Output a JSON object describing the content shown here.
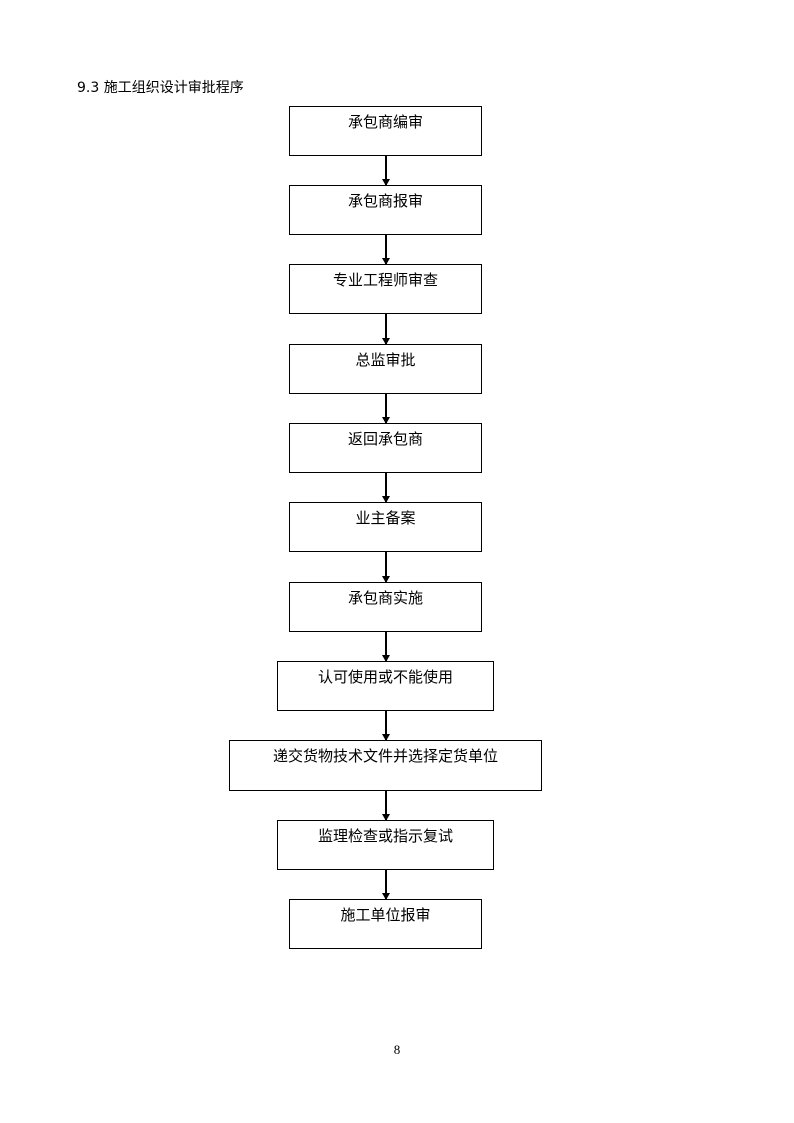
{
  "heading": "9.3 施工组织设计审批程序",
  "steps": [
    "承包商编审",
    "承包商报审",
    "专业工程师审查",
    "总监审批",
    "返回承包商",
    "业主备案",
    "承包商实施",
    "认可使用或不能使用",
    "递交货物技术文件并选择定货单位",
    "监理检查或指示复试",
    "施工单位报审"
  ],
  "page_number": "8"
}
